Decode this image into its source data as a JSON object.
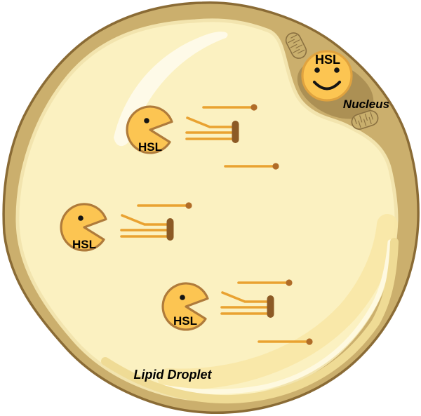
{
  "labels": {
    "hsl": "HSL",
    "nucleus": "Nucleus",
    "lipid_droplet": "Lipid Droplet"
  },
  "molecule_counts": {
    "hsl_enzymes_in_droplet": 3,
    "hsl_on_nucleus": 1,
    "triglycerides": 3,
    "free_fatty_acids": 5,
    "mitochondria": 2
  },
  "icons": {
    "hsl-enzyme-pacman-icon": "circle-with-wedge-mouth-and-eye-dot",
    "hsl-happy-face-icon": "smiley-face-circle",
    "mitochondrion-icon": "capsule-bean-with-cristae-lines",
    "triglyceride-icon": "three-acyl-chains-on-glycerol-bar",
    "free-fatty-acid-icon": "line-with-round-head"
  },
  "colors": {
    "background": "#FFFFFF",
    "membrane_outline": "#8A6B35",
    "cytoplasm": "#CBAF6D",
    "nucleus": "#AC9054",
    "mitochondrion_fill": "#C9AF6D",
    "mitochondrion_outline": "#8A7040",
    "droplet": "#FBF1C1",
    "droplet_ring": "#F2E4AE",
    "droplet_shade": "#F8E7A6",
    "droplet_streak": "#FEF9E0",
    "droplet_edge": "#EFDB95",
    "droplet_highlight": "#FFFDF1",
    "enzyme_fill": "#FCC552",
    "enzyme_outline": "#AF7B3B",
    "smiley_outline": "#E0A33F",
    "face_features": "#141414",
    "fatty_acid_chain": "#E9A231",
    "glycerol_backbone": "#8C5A25",
    "fatty_acid_head": "#B06C28",
    "label_text": "#000000"
  }
}
